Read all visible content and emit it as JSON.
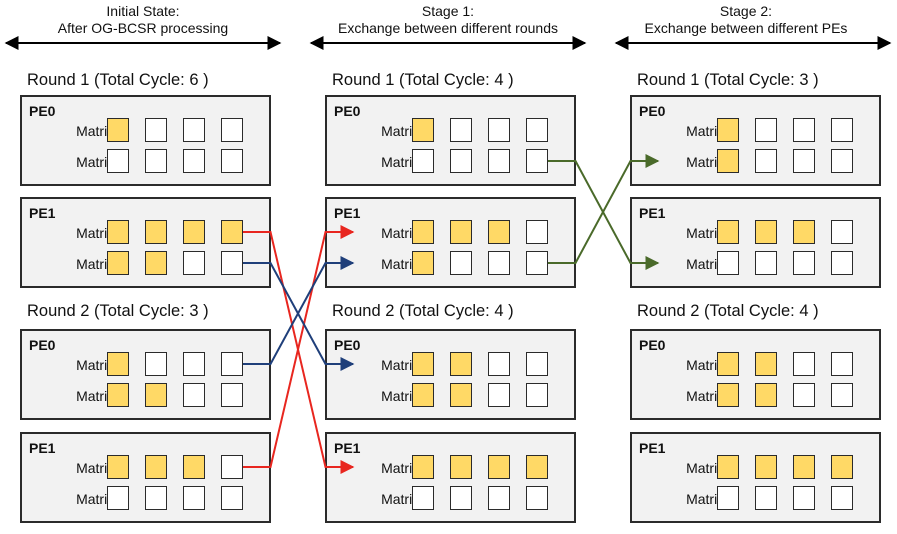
{
  "stages": [
    {
      "header": [
        "Initial State:",
        "After OG-BCSR processing"
      ],
      "rounds": [
        {
          "title": "Round 1 (Total Cycle: 6 )",
          "pes": [
            {
              "name": "PE0",
              "rows": [
                {
                  "label": "Matrix0",
                  "filled": 1
                },
                {
                  "label": "Matrix1",
                  "filled": 0
                }
              ]
            },
            {
              "name": "PE1",
              "rows": [
                {
                  "label": "Matrix2",
                  "filled": 4
                },
                {
                  "label": "Matrix3",
                  "filled": 2
                }
              ]
            }
          ]
        },
        {
          "title": "Round 2 (Total Cycle: 3 )",
          "pes": [
            {
              "name": "PE0",
              "rows": [
                {
                  "label": "Matrix4",
                  "filled": 1
                },
                {
                  "label": "Matrix5",
                  "filled": 2
                }
              ]
            },
            {
              "name": "PE1",
              "rows": [
                {
                  "label": "Matrix6",
                  "filled": 3
                },
                {
                  "label": "Matrix7",
                  "filled": 0
                }
              ]
            }
          ]
        }
      ]
    },
    {
      "header": [
        "Stage 1:",
        "Exchange between different rounds"
      ],
      "rounds": [
        {
          "title": "Round 1 (Total Cycle: 4 )",
          "pes": [
            {
              "name": "PE0",
              "rows": [
                {
                  "label": "Matrix0",
                  "filled": 1
                },
                {
                  "label": "Matrix1",
                  "filled": 0
                }
              ]
            },
            {
              "name": "PE1",
              "rows": [
                {
                  "label": "Matrix6",
                  "filled": 3
                },
                {
                  "label": "Matrix4",
                  "filled": 1
                }
              ]
            }
          ]
        },
        {
          "title": "Round 2 (Total Cycle: 4 )",
          "pes": [
            {
              "name": "PE0",
              "rows": [
                {
                  "label": "Matrix3",
                  "filled": 2
                },
                {
                  "label": "Matrix5",
                  "filled": 2
                }
              ]
            },
            {
              "name": "PE1",
              "rows": [
                {
                  "label": "Matrix2",
                  "filled": 4
                },
                {
                  "label": "Matrix7",
                  "filled": 0
                }
              ]
            }
          ]
        }
      ]
    },
    {
      "header": [
        "Stage 2:",
        "Exchange between different PEs"
      ],
      "rounds": [
        {
          "title": "Round 1 (Total Cycle: 3 )",
          "pes": [
            {
              "name": "PE0",
              "rows": [
                {
                  "label": "Matrix0",
                  "filled": 1
                },
                {
                  "label": "Matrix4",
                  "filled": 1
                }
              ]
            },
            {
              "name": "PE1",
              "rows": [
                {
                  "label": "Matrix6",
                  "filled": 3
                },
                {
                  "label": "Matrix1",
                  "filled": 0
                }
              ]
            }
          ]
        },
        {
          "title": "Round 2 (Total Cycle: 4 )",
          "pes": [
            {
              "name": "PE0",
              "rows": [
                {
                  "label": "Matrix3",
                  "filled": 2
                },
                {
                  "label": "Matrix5",
                  "filled": 2
                }
              ]
            },
            {
              "name": "PE1",
              "rows": [
                {
                  "label": "Matrix2",
                  "filled": 4
                },
                {
                  "label": "Matrix7",
                  "filled": 0
                }
              ]
            }
          ]
        }
      ]
    }
  ],
  "colors": {
    "filled_cell": "#ffd966",
    "empty_cell": "#ffffff",
    "pe_background": "#f2f2f2",
    "border": "#2b2b2b",
    "arrow_matrix2": "#e8261f",
    "arrow_matrix6": "#e8261f",
    "arrow_matrix3": "#1f3f7a",
    "arrow_matrix4": "#1f3f7a",
    "arrow_stage2": "#4a6a2a"
  },
  "arrows": [
    {
      "from_stage": 0,
      "to_stage": 1,
      "from": "Matrix2",
      "to": "Matrix2",
      "color": "#e8261f"
    },
    {
      "from_stage": 0,
      "to_stage": 1,
      "from": "Matrix6",
      "to": "Matrix6",
      "color": "#e8261f"
    },
    {
      "from_stage": 0,
      "to_stage": 1,
      "from": "Matrix3",
      "to": "Matrix3",
      "color": "#1f3f7a"
    },
    {
      "from_stage": 0,
      "to_stage": 1,
      "from": "Matrix4",
      "to": "Matrix4",
      "color": "#1f3f7a"
    },
    {
      "from_stage": 1,
      "to_stage": 2,
      "from": "Matrix1",
      "to": "Matrix1",
      "color": "#4a6a2a"
    },
    {
      "from_stage": 1,
      "to_stage": 2,
      "from": "Matrix4",
      "to": "Matrix4",
      "color": "#4a6a2a"
    }
  ]
}
